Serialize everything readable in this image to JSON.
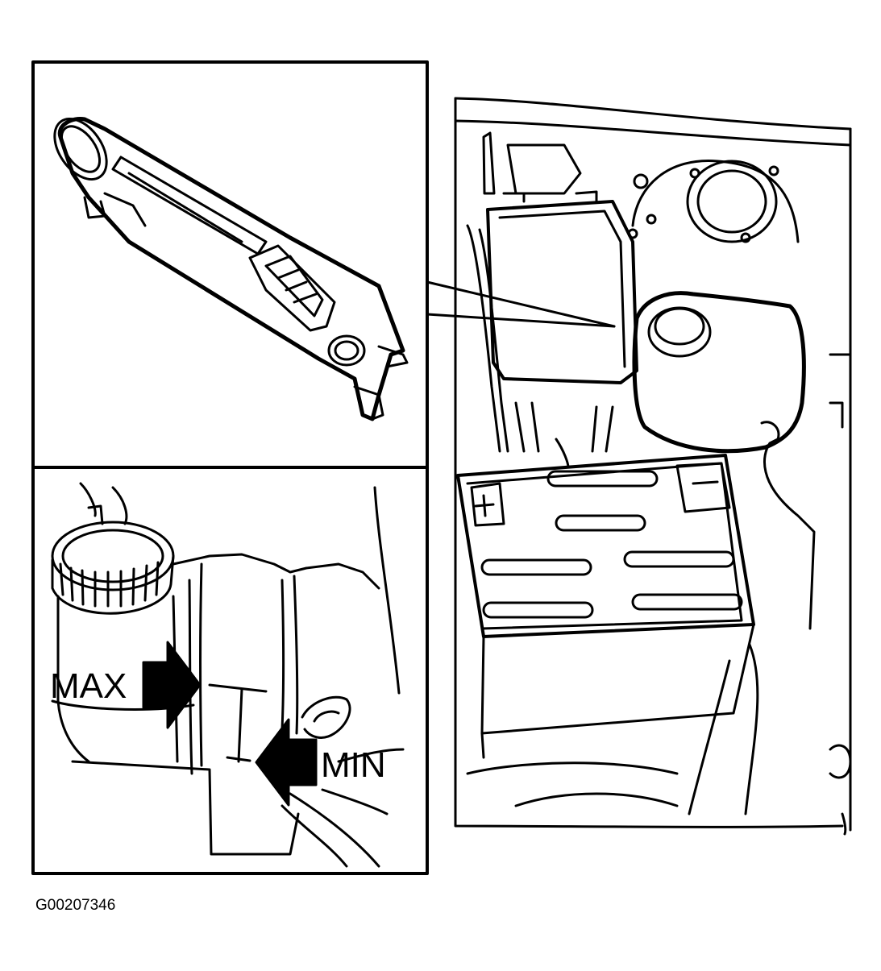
{
  "labels": {
    "max": "MAX",
    "min": "MIN",
    "figure_code": "G00207346"
  },
  "colors": {
    "ink": "#000000",
    "paper": "#ffffff"
  }
}
